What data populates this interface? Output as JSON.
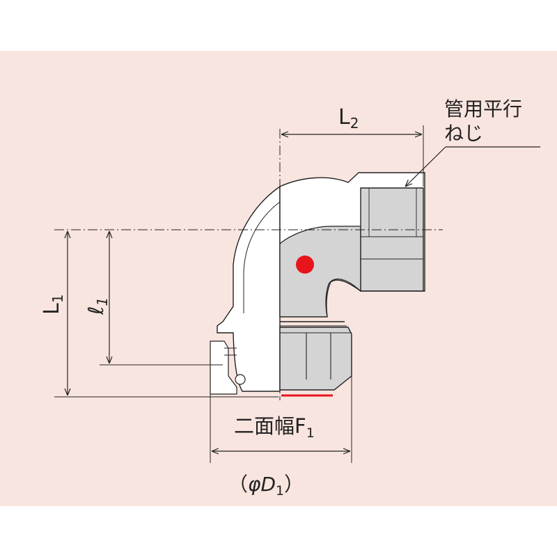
{
  "labels": {
    "l2_main": "L",
    "l2_sub": "2",
    "thread_line1": "管用平行",
    "thread_line2": "ねじ",
    "l1_main": "L",
    "l1_sub": "1",
    "small_l1_main": "ℓ",
    "small_l1_sub": "1",
    "f1_main": "二面幅F",
    "f1_sub": "1",
    "d1_open": "（",
    "d1_main": "φD",
    "d1_sub": "1",
    "d1_close": "）"
  },
  "colors": {
    "background": "#f9e5df",
    "line": "#222222",
    "body_fill": "#ffffff",
    "section_fill": "#d4d4d4",
    "marker": "#e8141c"
  }
}
